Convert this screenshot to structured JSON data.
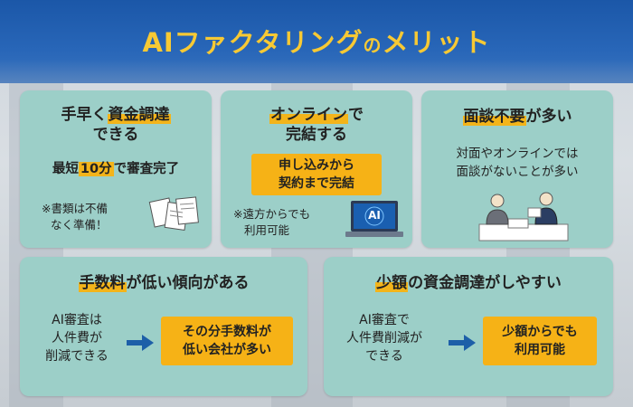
{
  "title": {
    "main": "AIファクタリング",
    "particle": "の",
    "tail": "メリット"
  },
  "cards": {
    "c1": {
      "head_a": "手早く",
      "head_b": "資金調達",
      "head_c": "できる",
      "sub_a": "最短",
      "sub_b": "10分",
      "sub_c": "で審査完了",
      "note_1": "※書類は不備",
      "note_2": "なく準備！"
    },
    "c2": {
      "head_a": "オンライン",
      "head_b": "で",
      "head_c": "完結する",
      "box_1": "申し込みから",
      "box_2": "契約まで完結",
      "note_1": "※遠方からでも",
      "note_2": "利用可能",
      "laptop_label": "AI"
    },
    "c3": {
      "head_a": "面談不要",
      "head_b": "が多い",
      "line_1": "対面やオンラインでは",
      "line_2": "面談がないことが多い"
    },
    "c4": {
      "head_a": "手数料",
      "head_b": "が低い傾向がある",
      "left_1": "AI審査は",
      "left_2": "人件費が",
      "left_3": "削減できる",
      "box_1": "その分手数料が",
      "box_2": "低い会社が多い"
    },
    "c5": {
      "head_a": "少額",
      "head_b": "の資金調達がしやすい",
      "left_1": "AI審査で",
      "left_2": "人件費削減が",
      "left_3": "できる",
      "box_1": "少額からでも",
      "box_2": "利用可能"
    }
  },
  "colors": {
    "header": "#2866b8",
    "title": "#f7c934",
    "card": "#9ccfc8",
    "accent": "#f3b41a",
    "arrow": "#1d5fa8"
  },
  "icons": [
    "documents-icon",
    "laptop-ai-icon",
    "meeting-icon",
    "arrow-right-icon"
  ]
}
